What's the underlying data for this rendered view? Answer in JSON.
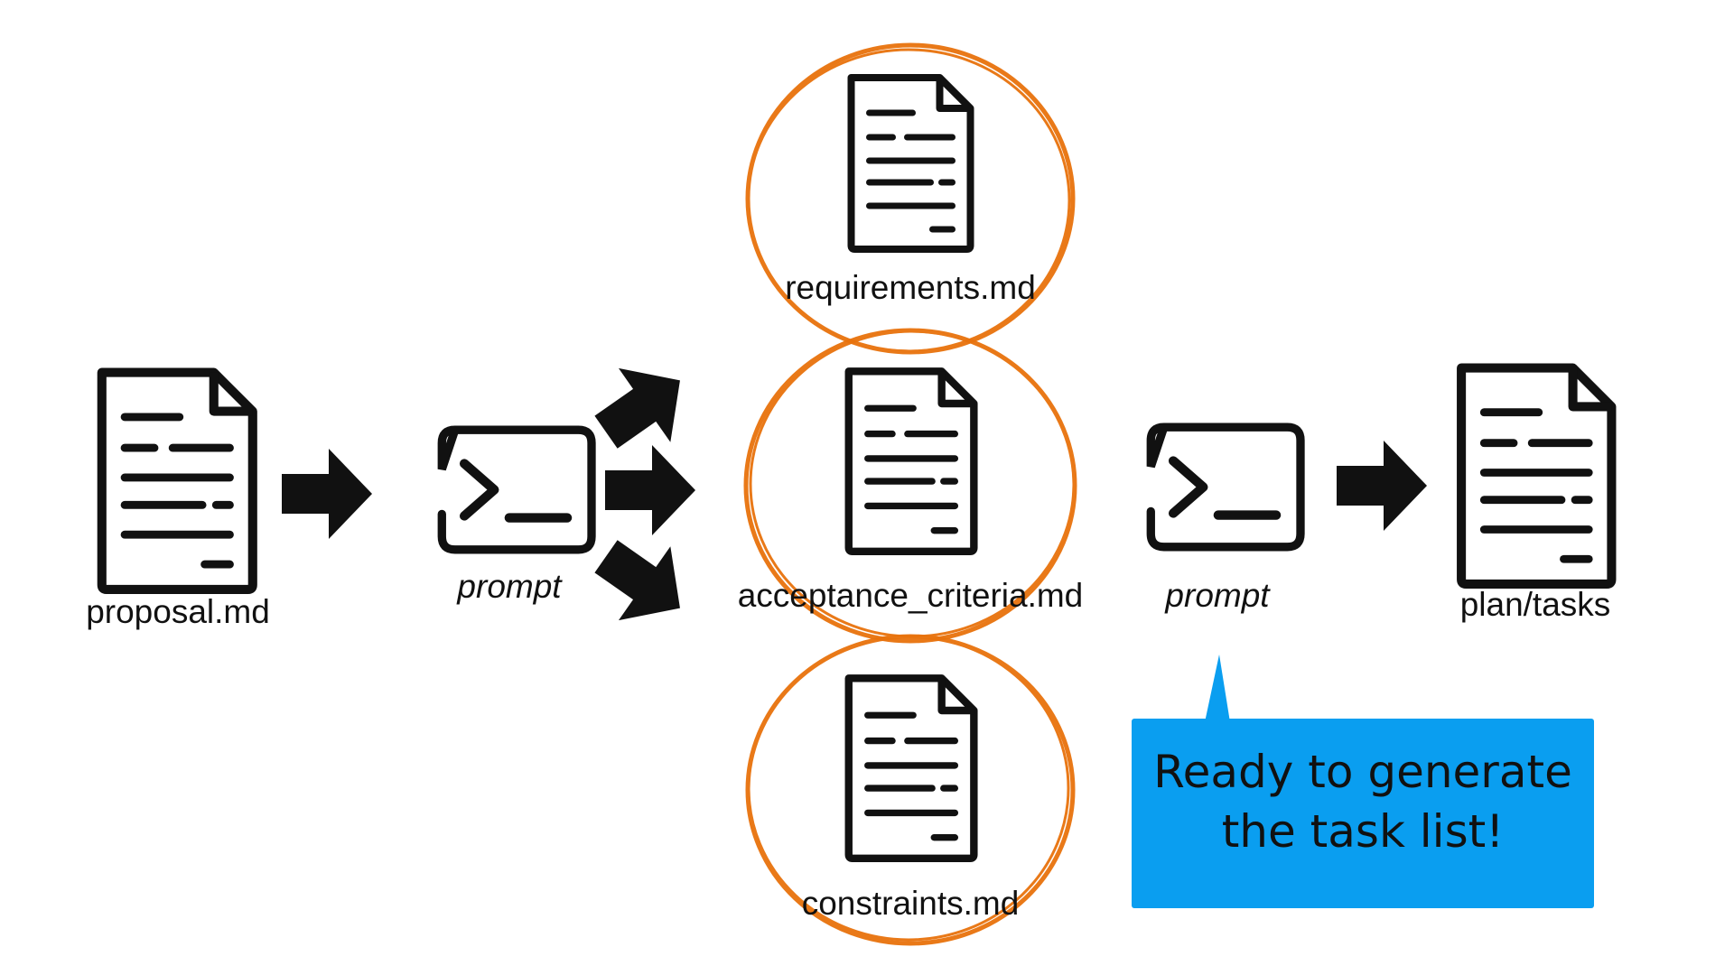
{
  "files": {
    "proposal": "proposal.md",
    "requirements": "requirements.md",
    "acceptance_criteria": "acceptance_criteria.md",
    "constraints": "constraints.md",
    "plan_tasks": "plan/tasks"
  },
  "prompts": {
    "first": "prompt",
    "second": "prompt"
  },
  "callout": {
    "text": "Ready to generate\nthe task list!"
  },
  "colors": {
    "highlight_circle": "#e8720c",
    "callout_background": "#0a9ef0",
    "icon_stroke": "#111111",
    "background": "#ffffff"
  },
  "icons": {
    "document": "document-icon",
    "terminal": "terminal-prompt-icon",
    "arrow": "arrow-right-icon"
  }
}
